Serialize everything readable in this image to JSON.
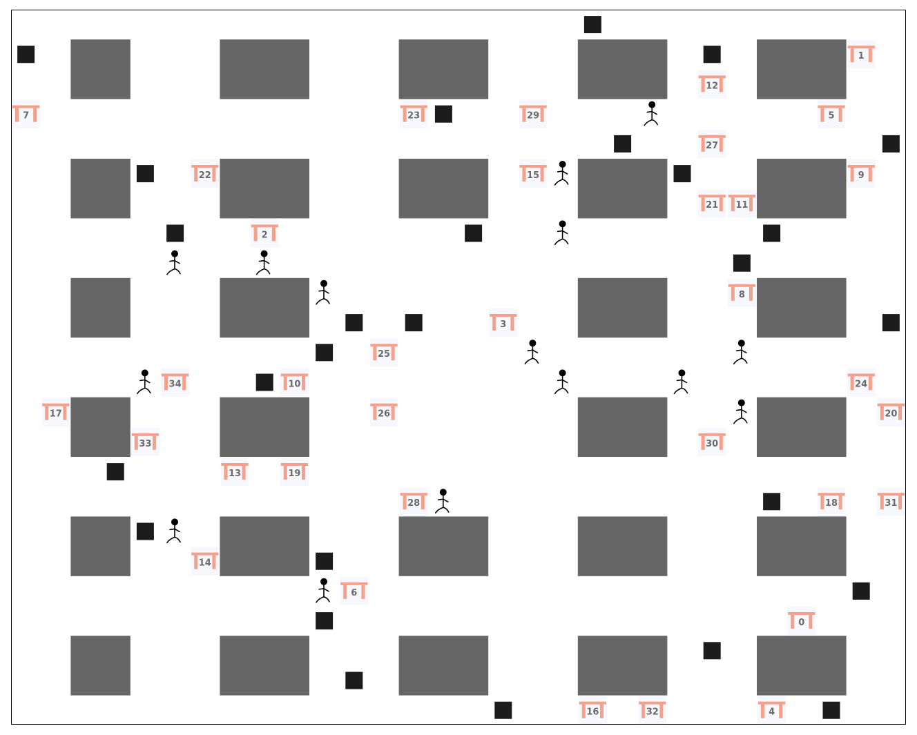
{
  "colors": {
    "background": "#ffffff",
    "frame": "#000000",
    "shelf": "#666666",
    "obstacle": "#1c1c1c",
    "station_bar": "#f4a08a",
    "station_card": "#f6f8fd",
    "station_label": "#6a6a6a",
    "agent": "#000000"
  },
  "icons": {
    "station": "station-gate-icon",
    "agent": "stick-figure-agent-icon",
    "obstacle": "black-square-obstacle-icon"
  },
  "grid": {
    "columns": 30,
    "rows": 24
  },
  "shelves": [
    {
      "col": 2,
      "row": 1,
      "w": 2,
      "h": 2
    },
    {
      "col": 7,
      "row": 1,
      "w": 3,
      "h": 2
    },
    {
      "col": 13,
      "row": 1,
      "w": 3,
      "h": 2
    },
    {
      "col": 19,
      "row": 1,
      "w": 3,
      "h": 2
    },
    {
      "col": 25,
      "row": 1,
      "w": 3,
      "h": 2
    },
    {
      "col": 2,
      "row": 5,
      "w": 2,
      "h": 2
    },
    {
      "col": 7,
      "row": 5,
      "w": 3,
      "h": 2
    },
    {
      "col": 13,
      "row": 5,
      "w": 3,
      "h": 2
    },
    {
      "col": 19,
      "row": 5,
      "w": 3,
      "h": 2
    },
    {
      "col": 25,
      "row": 5,
      "w": 3,
      "h": 2
    },
    {
      "col": 2,
      "row": 9,
      "w": 2,
      "h": 2
    },
    {
      "col": 7,
      "row": 9,
      "w": 3,
      "h": 2
    },
    {
      "col": 19,
      "row": 9,
      "w": 3,
      "h": 2
    },
    {
      "col": 25,
      "row": 9,
      "w": 3,
      "h": 2
    },
    {
      "col": 2,
      "row": 13,
      "w": 2,
      "h": 2
    },
    {
      "col": 7,
      "row": 13,
      "w": 3,
      "h": 2
    },
    {
      "col": 19,
      "row": 13,
      "w": 3,
      "h": 2
    },
    {
      "col": 25,
      "row": 13,
      "w": 3,
      "h": 2
    },
    {
      "col": 2,
      "row": 17,
      "w": 2,
      "h": 2
    },
    {
      "col": 7,
      "row": 17,
      "w": 3,
      "h": 2
    },
    {
      "col": 13,
      "row": 17,
      "w": 3,
      "h": 2
    },
    {
      "col": 19,
      "row": 17,
      "w": 3,
      "h": 2
    },
    {
      "col": 25,
      "row": 17,
      "w": 3,
      "h": 2
    },
    {
      "col": 2,
      "row": 21,
      "w": 2,
      "h": 2
    },
    {
      "col": 7,
      "row": 21,
      "w": 3,
      "h": 2
    },
    {
      "col": 13,
      "row": 21,
      "w": 3,
      "h": 2
    },
    {
      "col": 19,
      "row": 21,
      "w": 3,
      "h": 2
    },
    {
      "col": 25,
      "row": 21,
      "w": 3,
      "h": 2
    }
  ],
  "obstacles": [
    {
      "col": 19,
      "row": 0
    },
    {
      "col": 0,
      "row": 1
    },
    {
      "col": 23,
      "row": 1
    },
    {
      "col": 14,
      "row": 3
    },
    {
      "col": 20,
      "row": 4
    },
    {
      "col": 29,
      "row": 4
    },
    {
      "col": 4,
      "row": 5
    },
    {
      "col": 22,
      "row": 5
    },
    {
      "col": 5,
      "row": 7
    },
    {
      "col": 15,
      "row": 7
    },
    {
      "col": 25,
      "row": 7
    },
    {
      "col": 24,
      "row": 8
    },
    {
      "col": 11,
      "row": 10
    },
    {
      "col": 13,
      "row": 10
    },
    {
      "col": 29,
      "row": 10
    },
    {
      "col": 10,
      "row": 11
    },
    {
      "col": 8,
      "row": 12
    },
    {
      "col": 3,
      "row": 15
    },
    {
      "col": 25,
      "row": 16
    },
    {
      "col": 4,
      "row": 17
    },
    {
      "col": 10,
      "row": 18
    },
    {
      "col": 28,
      "row": 19
    },
    {
      "col": 10,
      "row": 20
    },
    {
      "col": 23,
      "row": 21
    },
    {
      "col": 11,
      "row": 22
    },
    {
      "col": 16,
      "row": 23
    },
    {
      "col": 27,
      "row": 23
    }
  ],
  "stations": [
    {
      "label": "0",
      "col": 26,
      "row": 20
    },
    {
      "label": "1",
      "col": 28,
      "row": 1
    },
    {
      "label": "2",
      "col": 8,
      "row": 7
    },
    {
      "label": "3",
      "col": 16,
      "row": 10
    },
    {
      "label": "4",
      "col": 25,
      "row": 23
    },
    {
      "label": "5",
      "col": 27,
      "row": 3
    },
    {
      "label": "6",
      "col": 11,
      "row": 19
    },
    {
      "label": "7",
      "col": 0,
      "row": 3
    },
    {
      "label": "8",
      "col": 24,
      "row": 9
    },
    {
      "label": "9",
      "col": 28,
      "row": 5
    },
    {
      "label": "10",
      "col": 9,
      "row": 12
    },
    {
      "label": "11",
      "col": 24,
      "row": 6
    },
    {
      "label": "12",
      "col": 23,
      "row": 2
    },
    {
      "label": "13",
      "col": 7,
      "row": 15
    },
    {
      "label": "14",
      "col": 6,
      "row": 18
    },
    {
      "label": "15",
      "col": 17,
      "row": 5
    },
    {
      "label": "16",
      "col": 19,
      "row": 23
    },
    {
      "label": "17",
      "col": 1,
      "row": 13
    },
    {
      "label": "18",
      "col": 27,
      "row": 16
    },
    {
      "label": "19",
      "col": 9,
      "row": 15
    },
    {
      "label": "20",
      "col": 29,
      "row": 13
    },
    {
      "label": "21",
      "col": 23,
      "row": 6
    },
    {
      "label": "22",
      "col": 6,
      "row": 5
    },
    {
      "label": "23",
      "col": 13,
      "row": 3
    },
    {
      "label": "24",
      "col": 28,
      "row": 12
    },
    {
      "label": "25",
      "col": 12,
      "row": 11
    },
    {
      "label": "26",
      "col": 12,
      "row": 13
    },
    {
      "label": "27",
      "col": 23,
      "row": 4
    },
    {
      "label": "28",
      "col": 13,
      "row": 16
    },
    {
      "label": "29",
      "col": 17,
      "row": 3
    },
    {
      "label": "30",
      "col": 23,
      "row": 14
    },
    {
      "label": "31",
      "col": 29,
      "row": 16
    },
    {
      "label": "32",
      "col": 21,
      "row": 23
    },
    {
      "label": "33",
      "col": 4,
      "row": 14
    },
    {
      "label": "34",
      "col": 5,
      "row": 12
    }
  ],
  "agents": [
    {
      "col": 21,
      "row": 3
    },
    {
      "col": 18,
      "row": 5
    },
    {
      "col": 18,
      "row": 7
    },
    {
      "col": 5,
      "row": 8
    },
    {
      "col": 8,
      "row": 8
    },
    {
      "col": 10,
      "row": 9
    },
    {
      "col": 17,
      "row": 11
    },
    {
      "col": 24,
      "row": 11
    },
    {
      "col": 4,
      "row": 12
    },
    {
      "col": 18,
      "row": 12
    },
    {
      "col": 22,
      "row": 12
    },
    {
      "col": 24,
      "row": 13
    },
    {
      "col": 14,
      "row": 16
    },
    {
      "col": 5,
      "row": 17
    },
    {
      "col": 10,
      "row": 19
    }
  ]
}
